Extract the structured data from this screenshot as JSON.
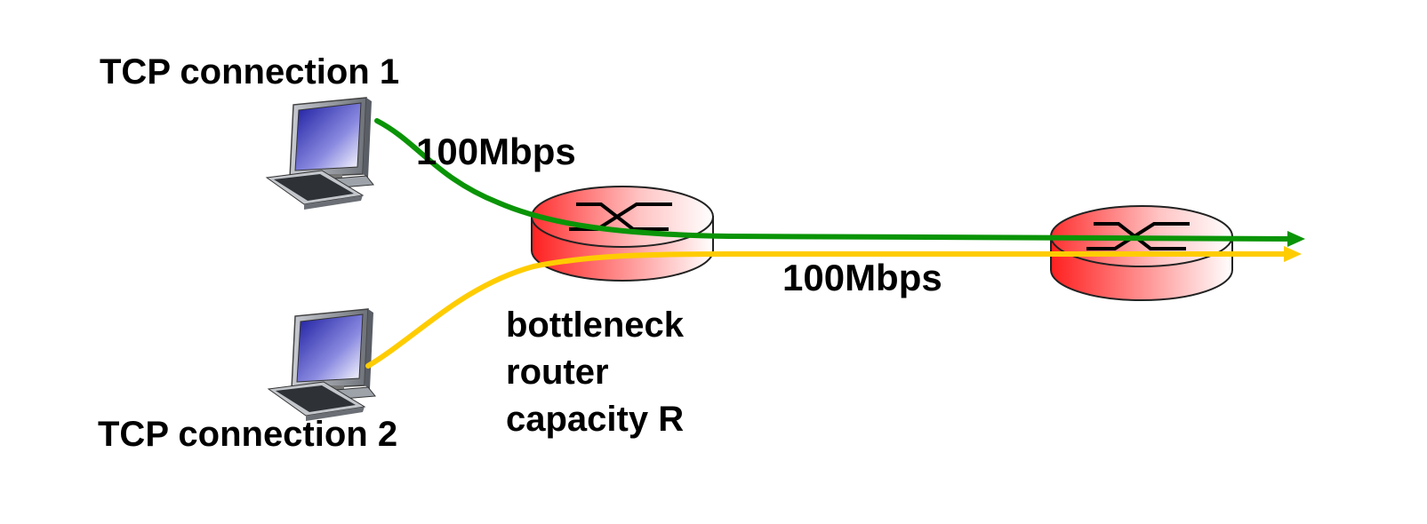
{
  "labels": {
    "connection1": "TCP connection 1",
    "connection2": "TCP connection 2",
    "link_rate_top": "100Mbps",
    "link_rate_bottom": "100Mbps",
    "bottleneck": [
      "bottleneck",
      "router",
      "capacity R"
    ]
  },
  "colors": {
    "connection1_flow": "#0a9407",
    "connection2_flow": "#ffcc00",
    "router_fill": "#ff2a2a",
    "router_highlight": "#ffffff"
  },
  "icons": {
    "host1": "desktop-computer-icon",
    "host2": "desktop-computer-icon",
    "bottleneck_router": "router-icon",
    "destination_router": "router-icon"
  }
}
